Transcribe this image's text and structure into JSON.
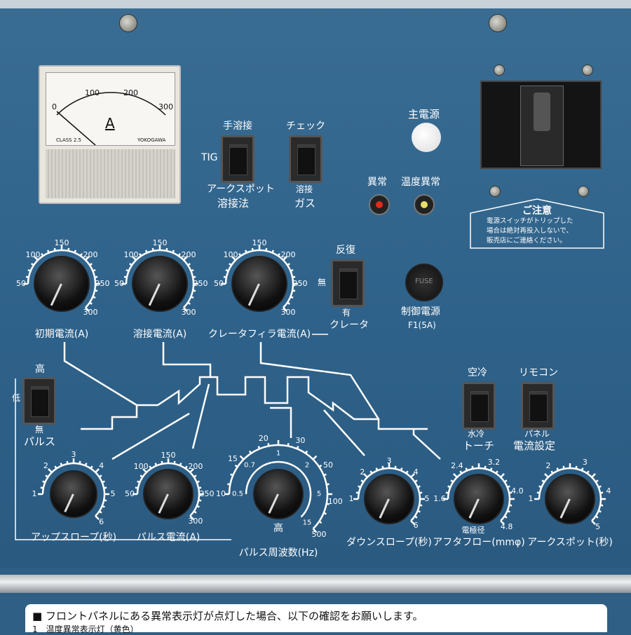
{
  "meter": {
    "scale": [
      "0",
      "100",
      "200",
      "300"
    ],
    "unit": "A",
    "class": "CLASS 2.5",
    "brand": "YOKOGAWA"
  },
  "switches": {
    "weld_mode": {
      "top": "手溶接",
      "left": "TIG",
      "bottom1": "アークスポット",
      "bottom2": "溶接法"
    },
    "check": {
      "top": "チェック",
      "bottom1": "溶接",
      "bottom2": "ガス"
    },
    "repeat": {
      "top": "反復",
      "left": "無",
      "bottom": "有"
    },
    "pulse": {
      "top": "高",
      "left": "低",
      "bottom1": "無",
      "bottom2": "パルス"
    },
    "torch": {
      "top": "空冷",
      "bottom1": "水冷",
      "bottom2": "トーチ"
    },
    "remote": {
      "top": "リモコン",
      "bottom1": "パネル",
      "bottom2": "電流設定"
    }
  },
  "main_power": {
    "label": "主電源"
  },
  "lamps": {
    "error": "異常",
    "temp_error": "温度異常",
    "error_color": "#e02a1a",
    "temp_color": "#e8e060"
  },
  "caution": {
    "title": "ご注意",
    "lines": [
      "電源スイッチがトリップした",
      "場合は絶対再投入しないで、",
      "販売店にご連絡ください。"
    ]
  },
  "fuse": {
    "label": "制御電源",
    "rating": "F1(5A)",
    "cap": "FUSE"
  },
  "knobs": [
    {
      "label": "初期電流(A)",
      "ticks": [
        "50",
        "100",
        "150",
        "200",
        "250",
        "300"
      ]
    },
    {
      "label": "溶接電流(A)",
      "ticks": [
        "50",
        "100",
        "150",
        "200",
        "250",
        "300"
      ]
    },
    {
      "label": "クレータフィラ電流(A)",
      "ticks": [
        "50",
        "100",
        "150",
        "200",
        "250",
        "300"
      ]
    },
    {
      "label": "アップスロープ(秒)",
      "ticks": [
        "1",
        "2",
        "3",
        "4",
        "5",
        "6"
      ]
    },
    {
      "label": "パルス電流(A)",
      "ticks": [
        "50",
        "100",
        "150",
        "200",
        "250",
        "300"
      ]
    },
    {
      "label": "パルス周波数(Hz)",
      "ticks": [
        "10",
        "15",
        "20",
        "30",
        "50",
        "100",
        "500"
      ],
      "inner_ticks": [
        "0.5",
        "0.7",
        "1",
        "2",
        "5",
        "15"
      ],
      "high": "高"
    },
    {
      "label": "ダウンスロープ(秒)",
      "ticks": [
        "1",
        "2",
        "3",
        "4",
        "5",
        "6"
      ]
    },
    {
      "label": "アフタフロー(mmφ)",
      "ticks": [
        "1.6",
        "2.4",
        "3.2",
        "4.0",
        "4.8"
      ],
      "sub": "電極径"
    },
    {
      "label": "アークスポット(秒)",
      "ticks": [
        "1",
        "2",
        "3",
        "4",
        "5"
      ]
    }
  ],
  "crater_suffix": "クレータ",
  "notice": {
    "line1": "フロントパネルにある異常表示灯が点灯した場合、以下の確認をお願いします。",
    "line2": "1　温度異常表示灯（黄色）"
  }
}
